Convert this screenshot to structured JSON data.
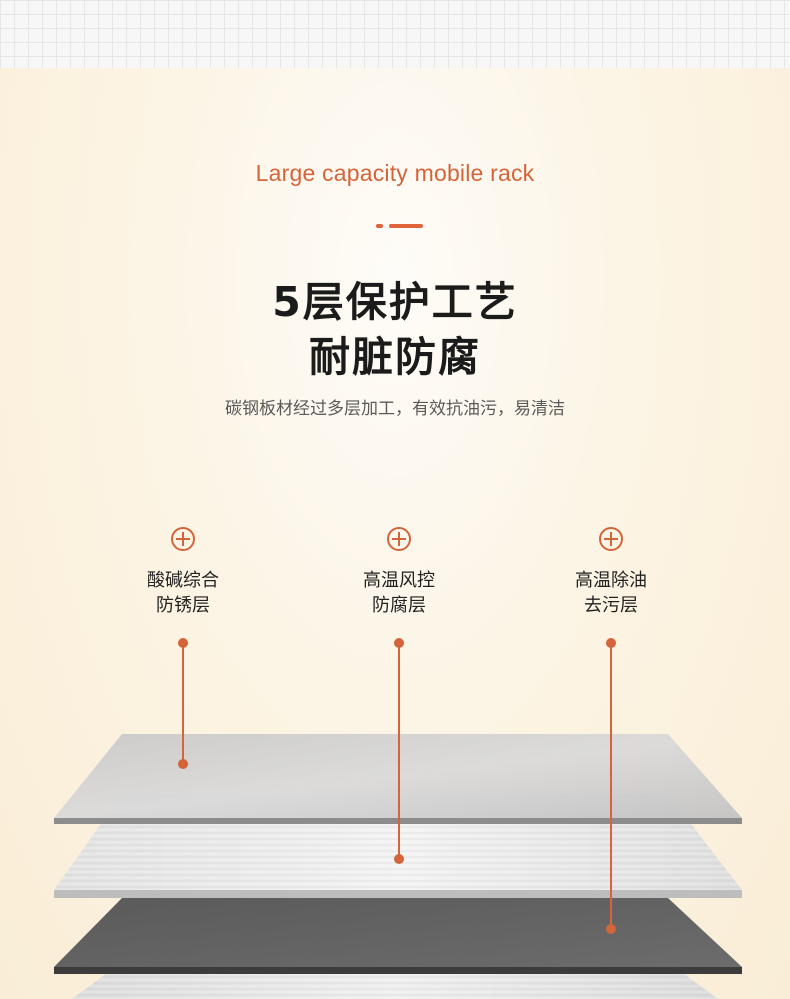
{
  "header": {
    "subtitle_en": "Large capacity mobile rack",
    "headline_line1": "5层保护工艺",
    "headline_line2": "耐脏防腐",
    "description": "碳钢板材经过多层加工，有效抗油污，易清洁"
  },
  "features": [
    {
      "icon": "plus-circle-icon",
      "line1": "酸碱综合",
      "line2": "防锈层"
    },
    {
      "icon": "plus-circle-icon",
      "line1": "高温风控",
      "line2": "防腐层"
    },
    {
      "icon": "plus-circle-icon",
      "line1": "高温除油",
      "line2": "去污层"
    }
  ],
  "colors": {
    "accent": "#d4643a",
    "background": "#fbf2e0",
    "headline": "#1b1b1b"
  }
}
